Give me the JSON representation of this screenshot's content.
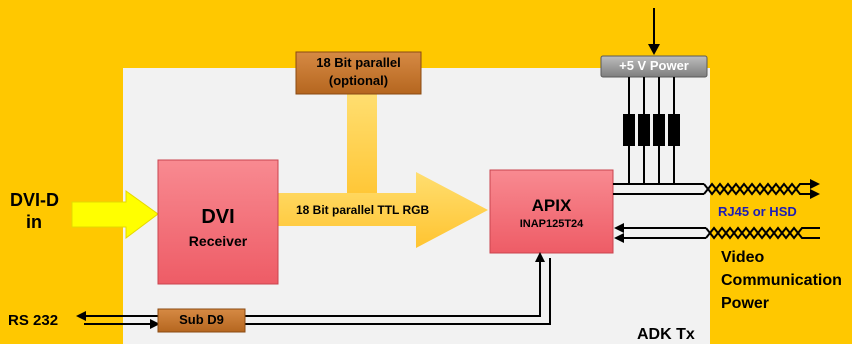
{
  "diagram": {
    "input": {
      "line1": "DVI-D",
      "line2": "in"
    },
    "dvi_receiver": {
      "title": "DVI",
      "subtitle": "Receiver"
    },
    "apix": {
      "title": "APIX",
      "part": "INAP125T24"
    },
    "parallel_optional": {
      "line1": "18 Bit parallel",
      "line2": "(optional)"
    },
    "ttl_arrow_label": "18 Bit parallel TTL RGB",
    "power_box": "+5 V Power",
    "connector_label": "RJ45 or HSD",
    "outputs": [
      "Video",
      "Communication",
      "Power"
    ],
    "serial_label": "RS 232",
    "subd_label": "Sub D9",
    "board_label": "ADK Tx"
  },
  "colors": {
    "background": "#FFC800",
    "board": "#F2F2F2",
    "red_box": "#F4727A",
    "brown_box": "#C8782F",
    "arrow_fill": "#FFD24A",
    "input_arrow": "#FFFF00",
    "connector_text": "#1E1EB4",
    "power_box": "#9C9C9C"
  }
}
